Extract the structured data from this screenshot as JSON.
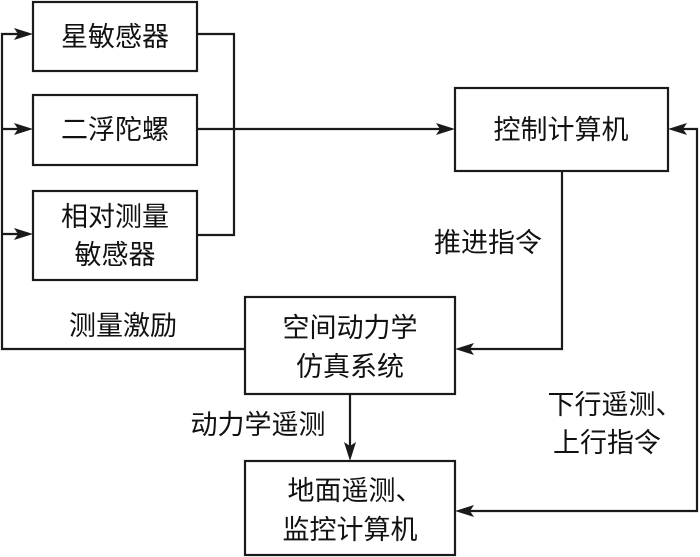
{
  "diagram": {
    "nodes": {
      "star_sensor": {
        "label": "星敏感器"
      },
      "gyro": {
        "label": "二浮陀螺"
      },
      "relative_sensor": {
        "lines": [
          "相对测量",
          "敏感器"
        ]
      },
      "control_computer": {
        "label": "控制计算机"
      },
      "dynamics_sim": {
        "lines": [
          "空间动力学",
          "仿真系统"
        ]
      },
      "ground_computer": {
        "lines": [
          "地面遥测、",
          "监控计算机"
        ]
      }
    },
    "edges": {
      "thrust_command": {
        "label": "推进指令"
      },
      "measurement_excitation": {
        "label": "测量激励"
      },
      "dynamics_telemetry": {
        "label": "动力学遥测"
      },
      "telemetry_uplink": {
        "lines": [
          "下行遥测、",
          "上行指令"
        ]
      }
    }
  }
}
